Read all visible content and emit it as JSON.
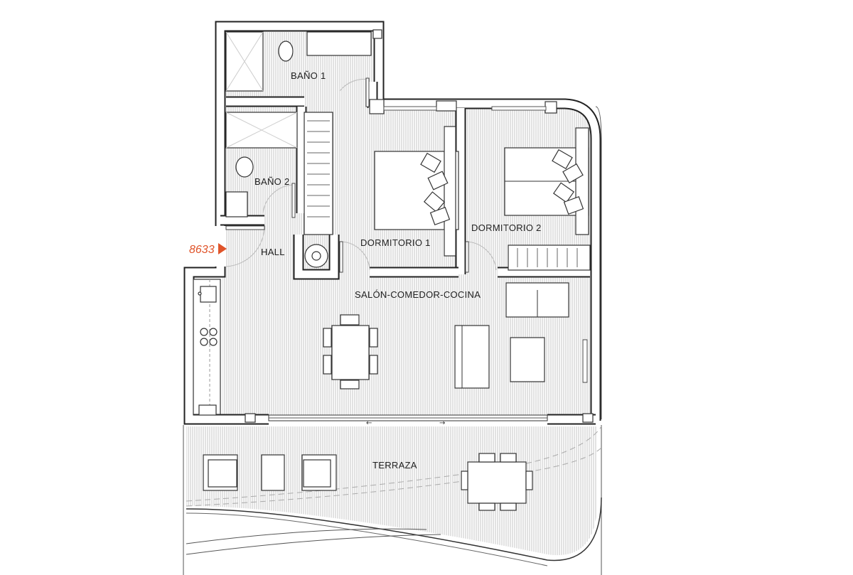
{
  "plan": {
    "unit_marker": "8633",
    "rooms": [
      {
        "name": "BAÑO 1"
      },
      {
        "name": "BAÑO 2"
      },
      {
        "name": "HALL"
      },
      {
        "name": "DORMITORIO 1"
      },
      {
        "name": "DORMITORIO 2"
      },
      {
        "name": "SALÓN-COMEDOR-COCINA"
      },
      {
        "name": "TERRAZA"
      }
    ],
    "slide_arrows": {
      "left": "←",
      "right": "→"
    },
    "colors": {
      "marker": "#e0542a",
      "wall": "#222222",
      "floor_hatch": "#c4c4c4"
    }
  }
}
